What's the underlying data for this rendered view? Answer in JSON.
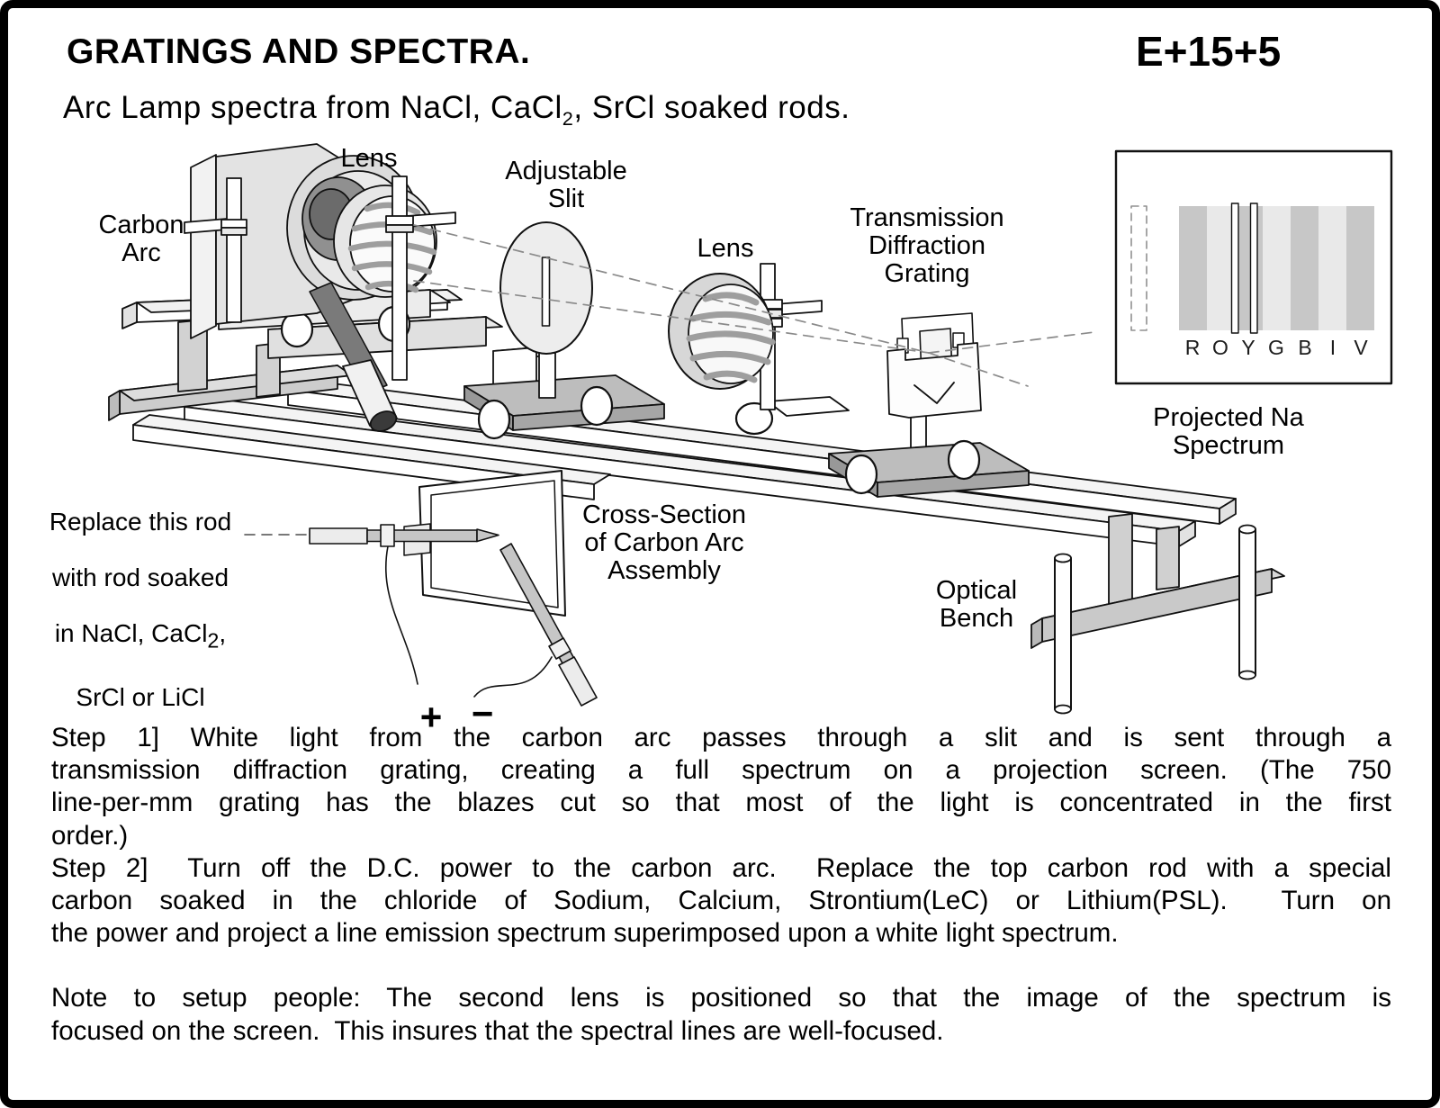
{
  "header": {
    "title": "GRATINGS AND SPECTRA.",
    "code": "E+15+5",
    "subtitle_pre": "Arc Lamp spectra from NaCl, CaCl",
    "subtitle_sub": "2",
    "subtitle_post": ", SrCl soaked rods."
  },
  "labels": {
    "lens1": "Lens",
    "adjustable_slit": "Adjustable\nSlit",
    "carbon_arc": "Carbon\nArc",
    "lens2": "Lens",
    "grating": "Transmission\nDiffraction\nGrating",
    "projected_spectrum": "Projected Na\nSpectrum",
    "optical_bench": "Optical\nBench",
    "cross_section": "Cross-Section\nof Carbon Arc\nAssembly",
    "replace_rod": {
      "line1": "Replace this rod",
      "line2": "with rod soaked",
      "line3_pre": "in NaCl, CaCl",
      "line3_sub": "2",
      "line3_post": ",",
      "line4": "SrCl or LiCl"
    },
    "plus": "+",
    "minus": "−"
  },
  "spectrum": {
    "letters": [
      "R",
      "O",
      "Y",
      "G",
      "B",
      "I",
      "V"
    ],
    "dark_band_color": "#c7c7c7",
    "light_band_color": "#e9e9e9"
  },
  "steps": {
    "step1_lines": [
      "Step 1] White light from the carbon arc passes through a slit and is sent through a",
      "transmission diffraction grating, creating a full spectrum on a projection screen. (The 750",
      "line-per-mm grating has the blazes cut so that most of the light is concentrated in the first",
      "order.)"
    ],
    "step2_lines": [
      "Step 2]  Turn off the D.C. power to the carbon arc.  Replace the top carbon rod with a special",
      "carbon soaked in the chloride of Sodium, Calcium, Strontium(LeC) or Lithium(PSL).  Turn on",
      "the power and project a line emission spectrum superimposed upon a white light spectrum."
    ],
    "note_lines": [
      "Note to setup people: The second lens is positioned so that the image of the spectrum is",
      "focused on the screen.  This insures that the spectral lines are well-focused."
    ]
  }
}
